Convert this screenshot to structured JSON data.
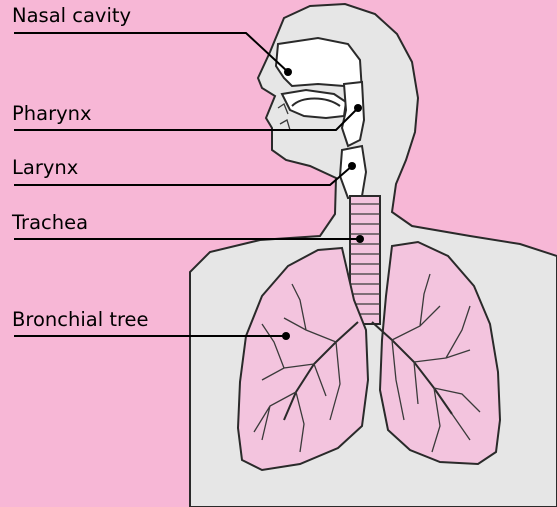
{
  "colors": {
    "background": "#f7b7d6",
    "body": "#e6e6e6",
    "airway": "#ffffff",
    "lung": "#f3c4de",
    "outline": "#2a2a2a"
  },
  "labels": {
    "nasal_cavity": "Nasal cavity",
    "pharynx": "Pharynx",
    "larynx": "Larynx",
    "trachea": "Trachea",
    "bronchial_tree": "Bronchial tree"
  }
}
